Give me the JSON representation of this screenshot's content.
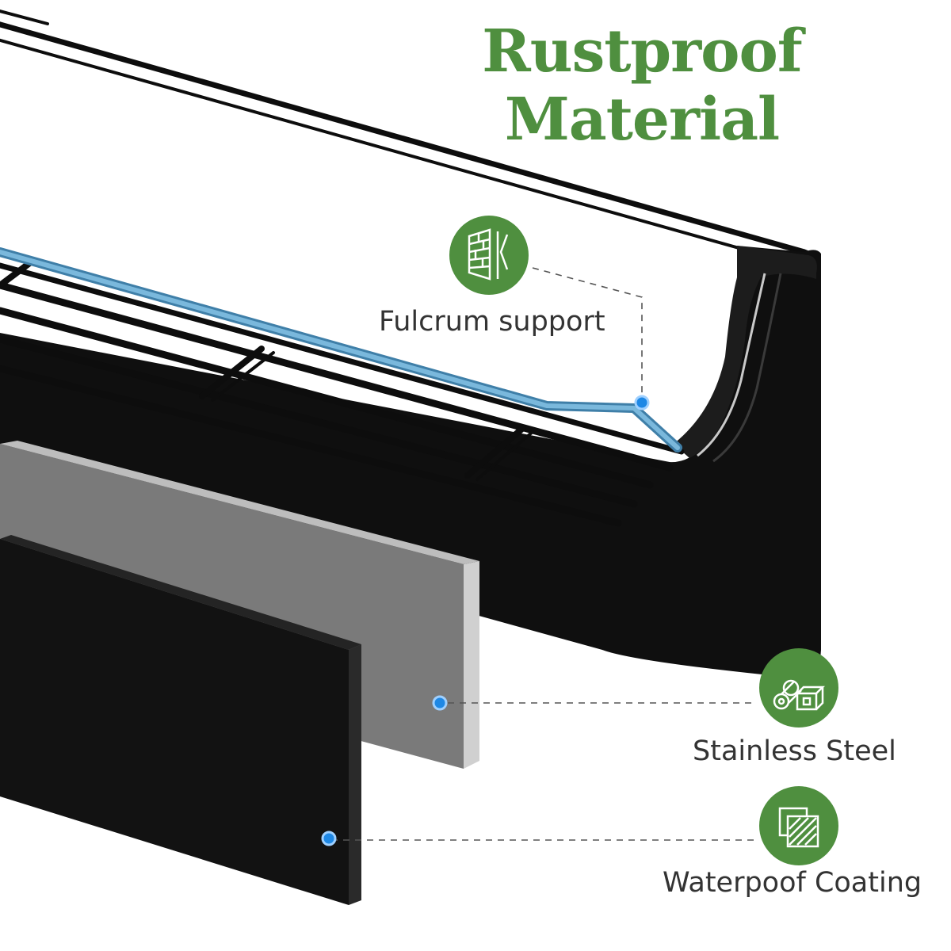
{
  "title": "Rustproof  Material",
  "colors": {
    "accent_green": "#4f8f3f",
    "dot_blue": "#1e88e5",
    "support_blue": "#6aa8cc",
    "shelf_black": "#101010",
    "steel_gray": "#7a7a7a",
    "label_text": "#333333"
  },
  "callouts": [
    {
      "label": "Fulcrum support",
      "icon": "brick-wall-icon"
    },
    {
      "label": "Stainless Steel",
      "icon": "steel-rolls-icon"
    },
    {
      "label": "Waterpoof Coating",
      "icon": "coating-layers-icon"
    }
  ]
}
